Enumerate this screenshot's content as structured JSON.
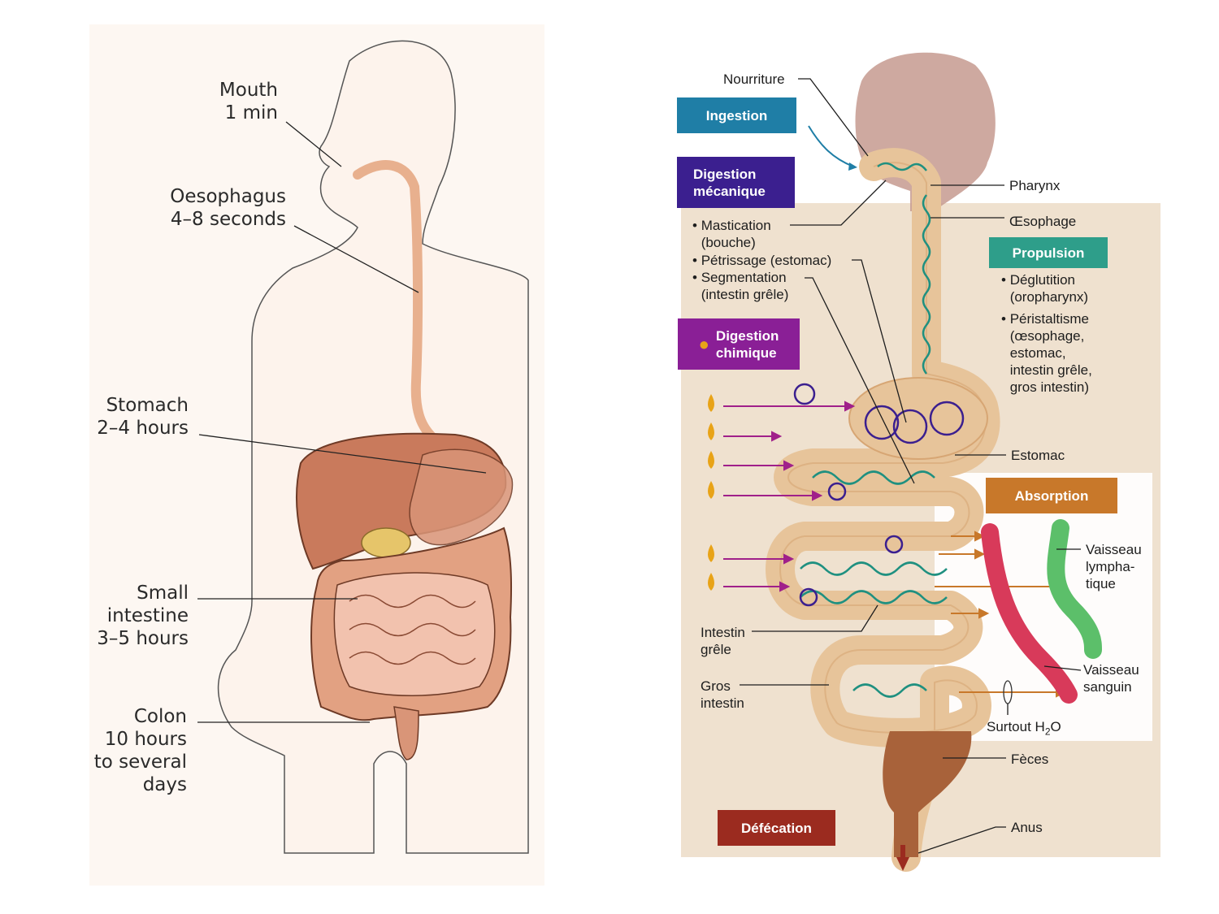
{
  "left_diagram": {
    "labels": {
      "mouth": "Mouth\n1 min",
      "oesophagus": "Oesophagus\n4–8 seconds",
      "stomach": "Stomach\n2–4 hours",
      "small_intestine": "Small\nintestine\n3–5 hours",
      "colon": "Colon\n10 hours\nto several\ndays"
    }
  },
  "right_diagram": {
    "boxes": {
      "ingestion": "Ingestion",
      "digestion_mecanique": "Digestion\nmécanique",
      "digestion_chimique": "Digestion\nchimique",
      "propulsion": "Propulsion",
      "absorption": "Absorption",
      "defecation": "Défécation"
    },
    "box_colors": {
      "ingestion": "#1f7ea6",
      "digestion_mecanique": "#3b1f8f",
      "digestion_chimique": "#8a1f96",
      "propulsion": "#2e9e8a",
      "absorption": "#c8782a",
      "defecation": "#9b2b1f"
    },
    "mecanique_items": [
      "Mastication\n(bouche)",
      "Pétrissage (estomac)",
      "Segmentation\n(intestin grêle)"
    ],
    "propulsion_items": [
      "Déglutition\n(oropharynx)",
      "Péristaltisme\n(œsophage,\nestomac,\nintestin grêle,\ngros intestin)"
    ],
    "labels": {
      "nourriture": "Nourriture",
      "pharynx": "Pharynx",
      "oesophage": "Œsophage",
      "estomac": "Estomac",
      "intestin_grele": "Intestin\ngrêle",
      "gros_intestin": "Gros\nintestin",
      "vaisseau_lymphatique": "Vaisseau\nlympha-\ntique",
      "vaisseau_sanguin": "Vaisseau\nsanguin",
      "surtout_h2o_prefix": "Surtout H",
      "surtout_h2o_sub": "2",
      "surtout_h2o_suffix": "O",
      "feces": "Fèces",
      "anus": "Anus"
    },
    "icons": [
      "enzyme-drop-icon",
      "arrow-icon"
    ]
  }
}
